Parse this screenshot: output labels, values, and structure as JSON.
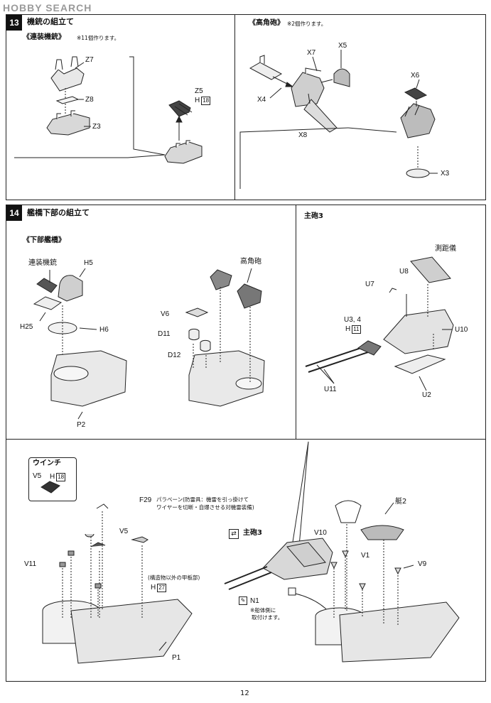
{
  "watermark": "HOBBY SEARCH",
  "page_number": "12",
  "step13": {
    "number": "13",
    "title": "機銃の組立て",
    "left": {
      "heading": "《連装機銃》",
      "note": "※11個作ります。",
      "parts": [
        "Z7",
        "Z8",
        "Z3"
      ],
      "z5_label": "Z5",
      "h_label": "H",
      "h_num": "18"
    },
    "right": {
      "heading": "《高角砲》",
      "note": "※2個作ります。",
      "parts": [
        "X7",
        "X5",
        "X4",
        "X8",
        "X6",
        "X3"
      ]
    }
  },
  "step14": {
    "number": "14",
    "title": "艦橋下部の組立て",
    "lower_bridge": {
      "heading": "《下部艦橋》",
      "labels": [
        "連装機銃",
        "H5",
        "H25",
        "H6",
        "P2"
      ],
      "aa_gun": "高角砲",
      "labels2": [
        "V6",
        "D11",
        "D12"
      ]
    },
    "main_gun": {
      "heading": "主砲3",
      "rangefinder": "測距儀",
      "labels": [
        "U8",
        "U7",
        "U3, 4",
        "U10",
        "U11",
        "U2"
      ],
      "h_label": "H",
      "h_num": "11"
    },
    "winch": {
      "heading": "ウインチ",
      "part": "V5",
      "h_label": "H",
      "h_num": "18"
    },
    "deck": {
      "f29": "F29",
      "paravane_1": "パラベーン(防雷具：機雷を引っ掛けて",
      "paravane_2": "ワイヤーを切断・自爆させる対機雷装備)",
      "v5": "V5",
      "v11": "V11",
      "deck_note": "(構造物以外の甲板部)",
      "h_label": "H",
      "h_num": "27",
      "p1": "P1",
      "main_gun_ref": "主砲3",
      "n1": "N1",
      "n1_note_1": "※船体側に",
      "n1_note_2": "取付けます。",
      "v10": "V10",
      "v1": "V1",
      "boat": "艇2",
      "v9": "V9"
    }
  }
}
